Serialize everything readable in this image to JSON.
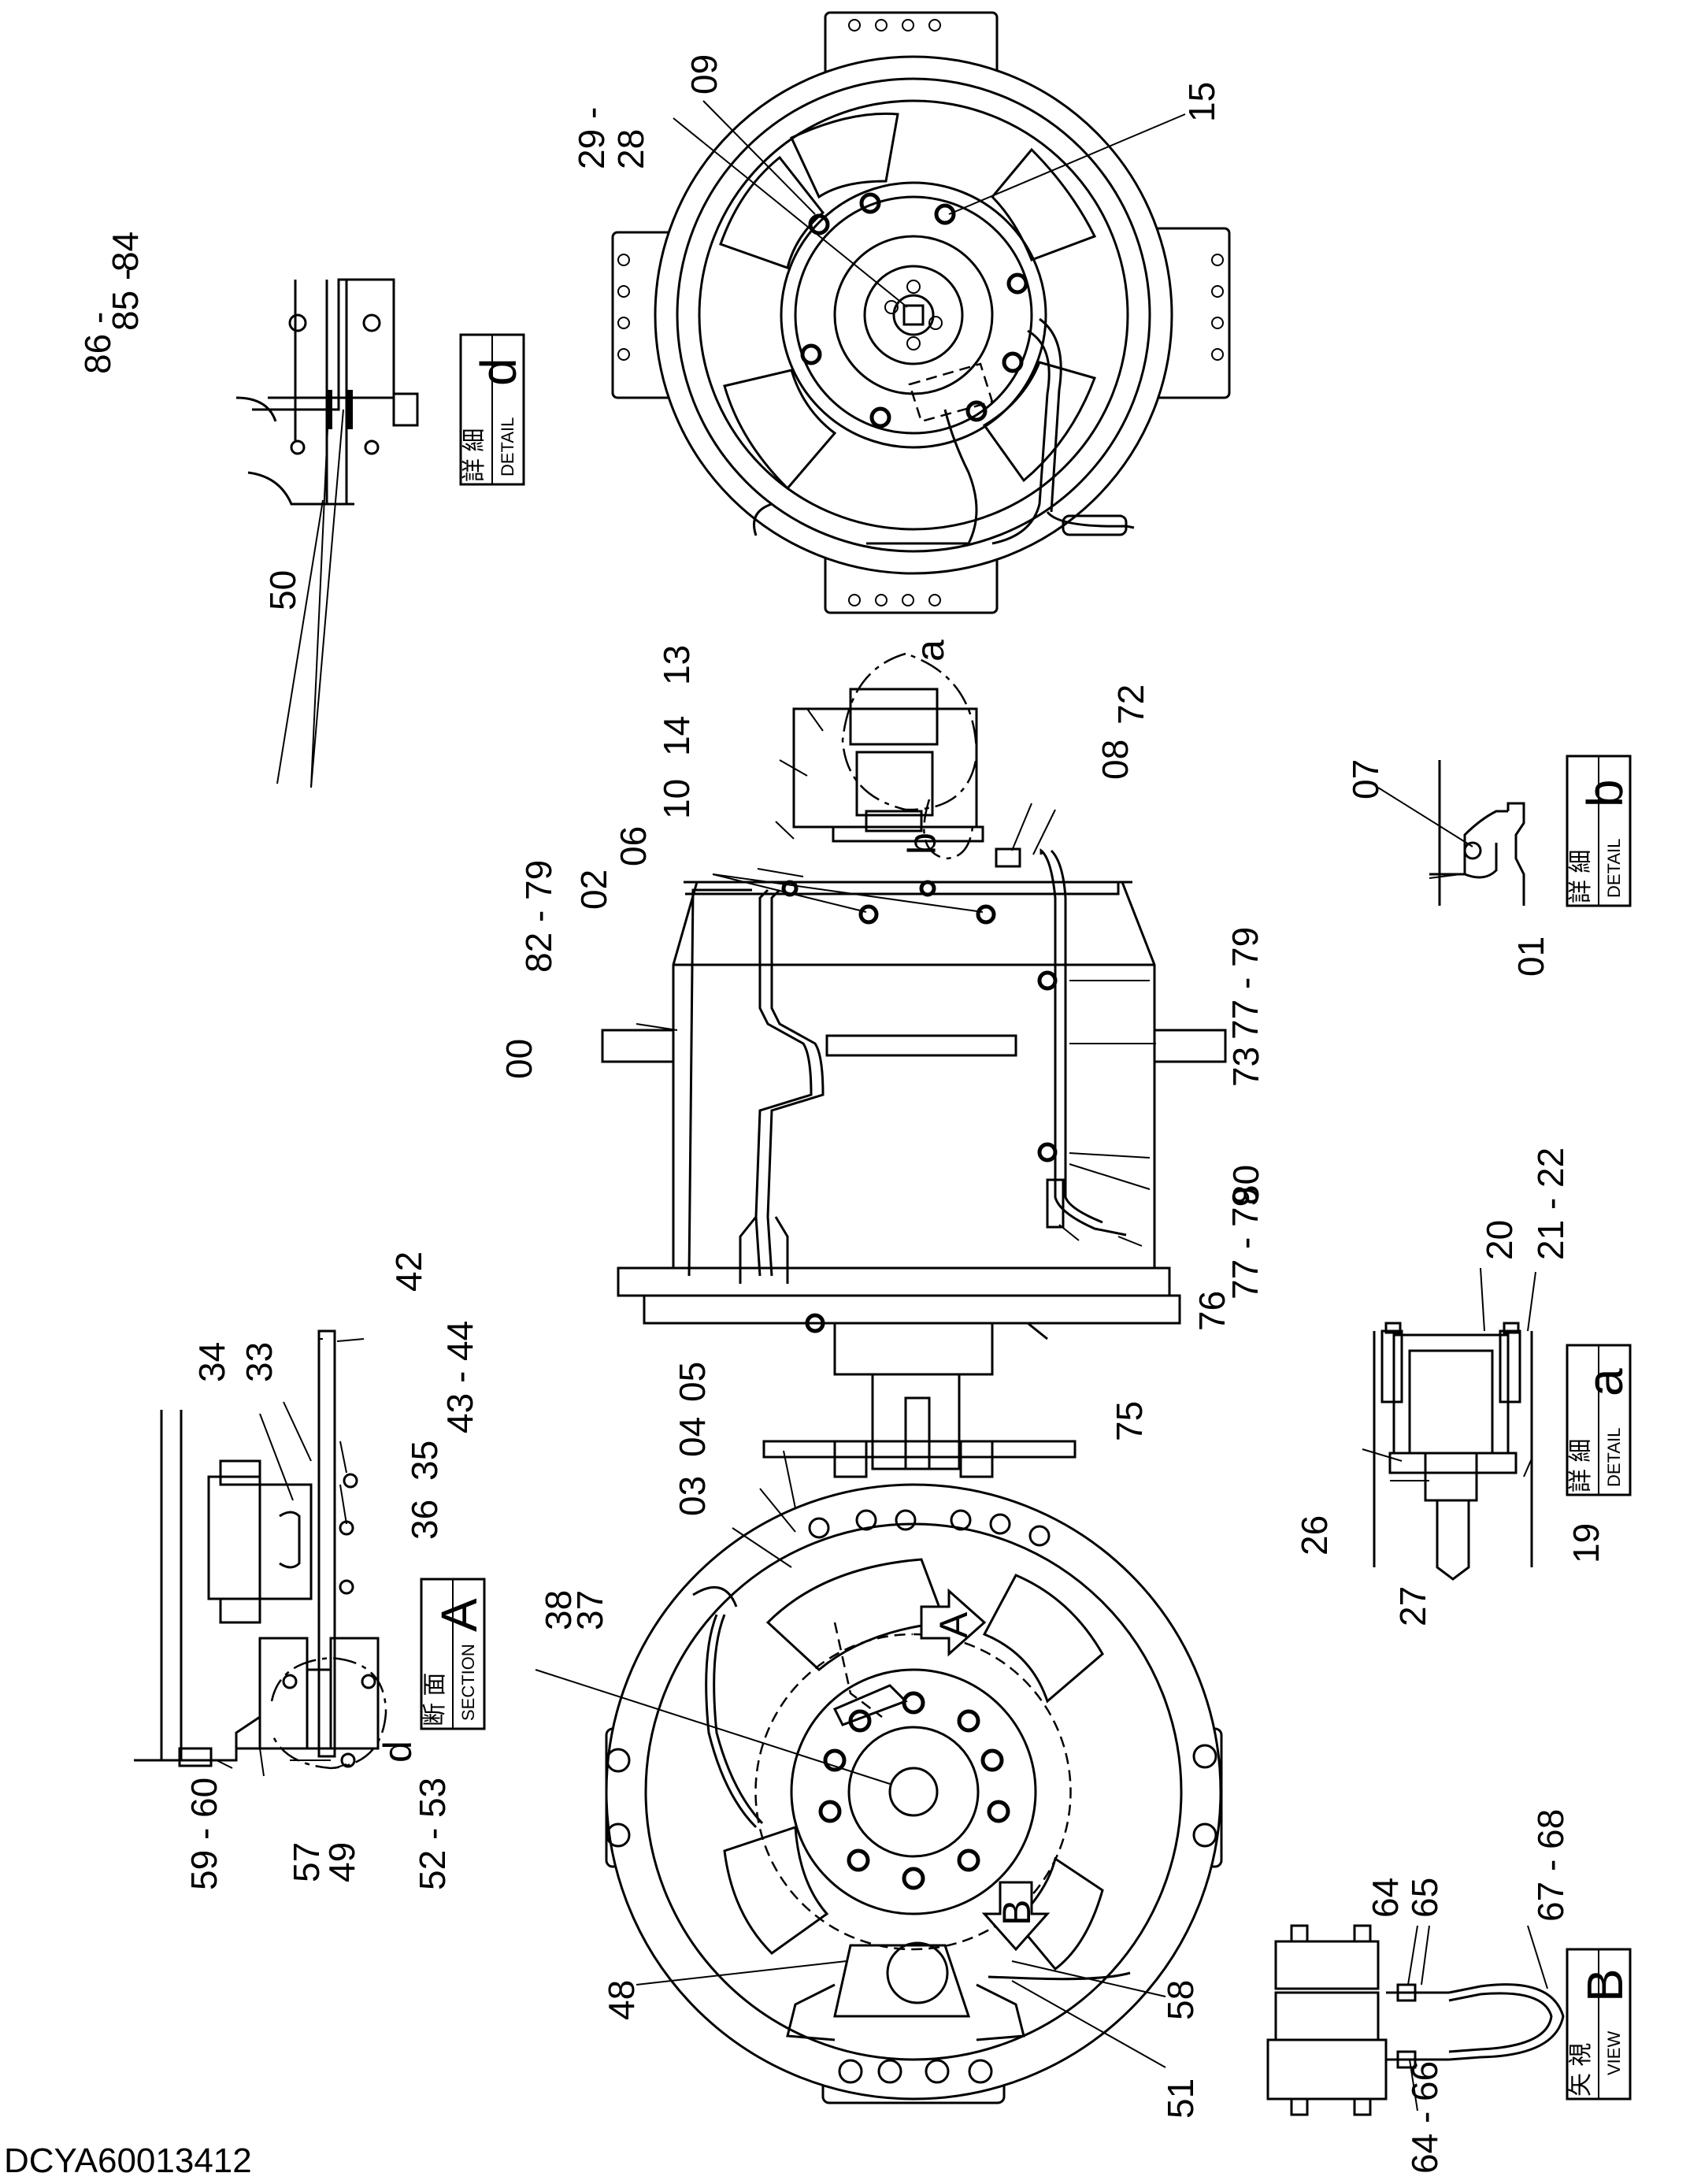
{
  "doc_id": "DCYA60013412",
  "detail_boxes": {
    "d": {
      "kanji": "詳 細",
      "word": "DETAIL",
      "letter": "d"
    },
    "b": {
      "kanji": "詳 細",
      "word": "DETAIL",
      "letter": "b"
    },
    "a": {
      "kanji": "詳 細",
      "word": "DETAIL",
      "letter": "a"
    },
    "section_a": {
      "kanji": "断 面",
      "word": "SECTION",
      "letter": "A"
    },
    "view_b": {
      "kanji": "矢 視",
      "word": "VIEW",
      "letter": "B"
    }
  },
  "view_markers": {
    "arrow_a": "A",
    "arrow_b": "B",
    "circle_a": "a",
    "circle_b": "b",
    "circle_d": "d"
  },
  "callouts": {
    "c00": "00",
    "c01": "01",
    "c02": "02",
    "c03": "03",
    "c04": "04",
    "c05": "05",
    "c06": "06",
    "c07": "07",
    "c08": "08",
    "c09": "09",
    "c10": "10",
    "c13": "13",
    "c14": "14",
    "c15": "15",
    "c19": "19",
    "c20": "20",
    "c21_22": "21 - 22",
    "c26": "26",
    "c27": "27",
    "c28": "28",
    "c29": "29 -",
    "c33": "33",
    "c34": "34",
    "c35": "35",
    "c36": "36",
    "c37": "37",
    "c38": "38",
    "c42": "42",
    "c43_44": "43 - 44",
    "c48": "48",
    "c49": "49",
    "c50": "50",
    "c51": "51",
    "c52_53": "52 - 53",
    "c57": "57",
    "c58": "58",
    "c59_60": "59 - 60",
    "c64a": "64",
    "c65": "65",
    "c64_66": "64 - 66",
    "c67_68": "67 - 68",
    "c72": "72",
    "c73": "73",
    "c75": "75",
    "c76": "76",
    "c77_79a": "77 - 79",
    "c77_79b": "77 - 79",
    "c80": "80",
    "c82_79": "82 - 79",
    "c84": "84",
    "c85": "85 -",
    "c86": "86 -"
  }
}
